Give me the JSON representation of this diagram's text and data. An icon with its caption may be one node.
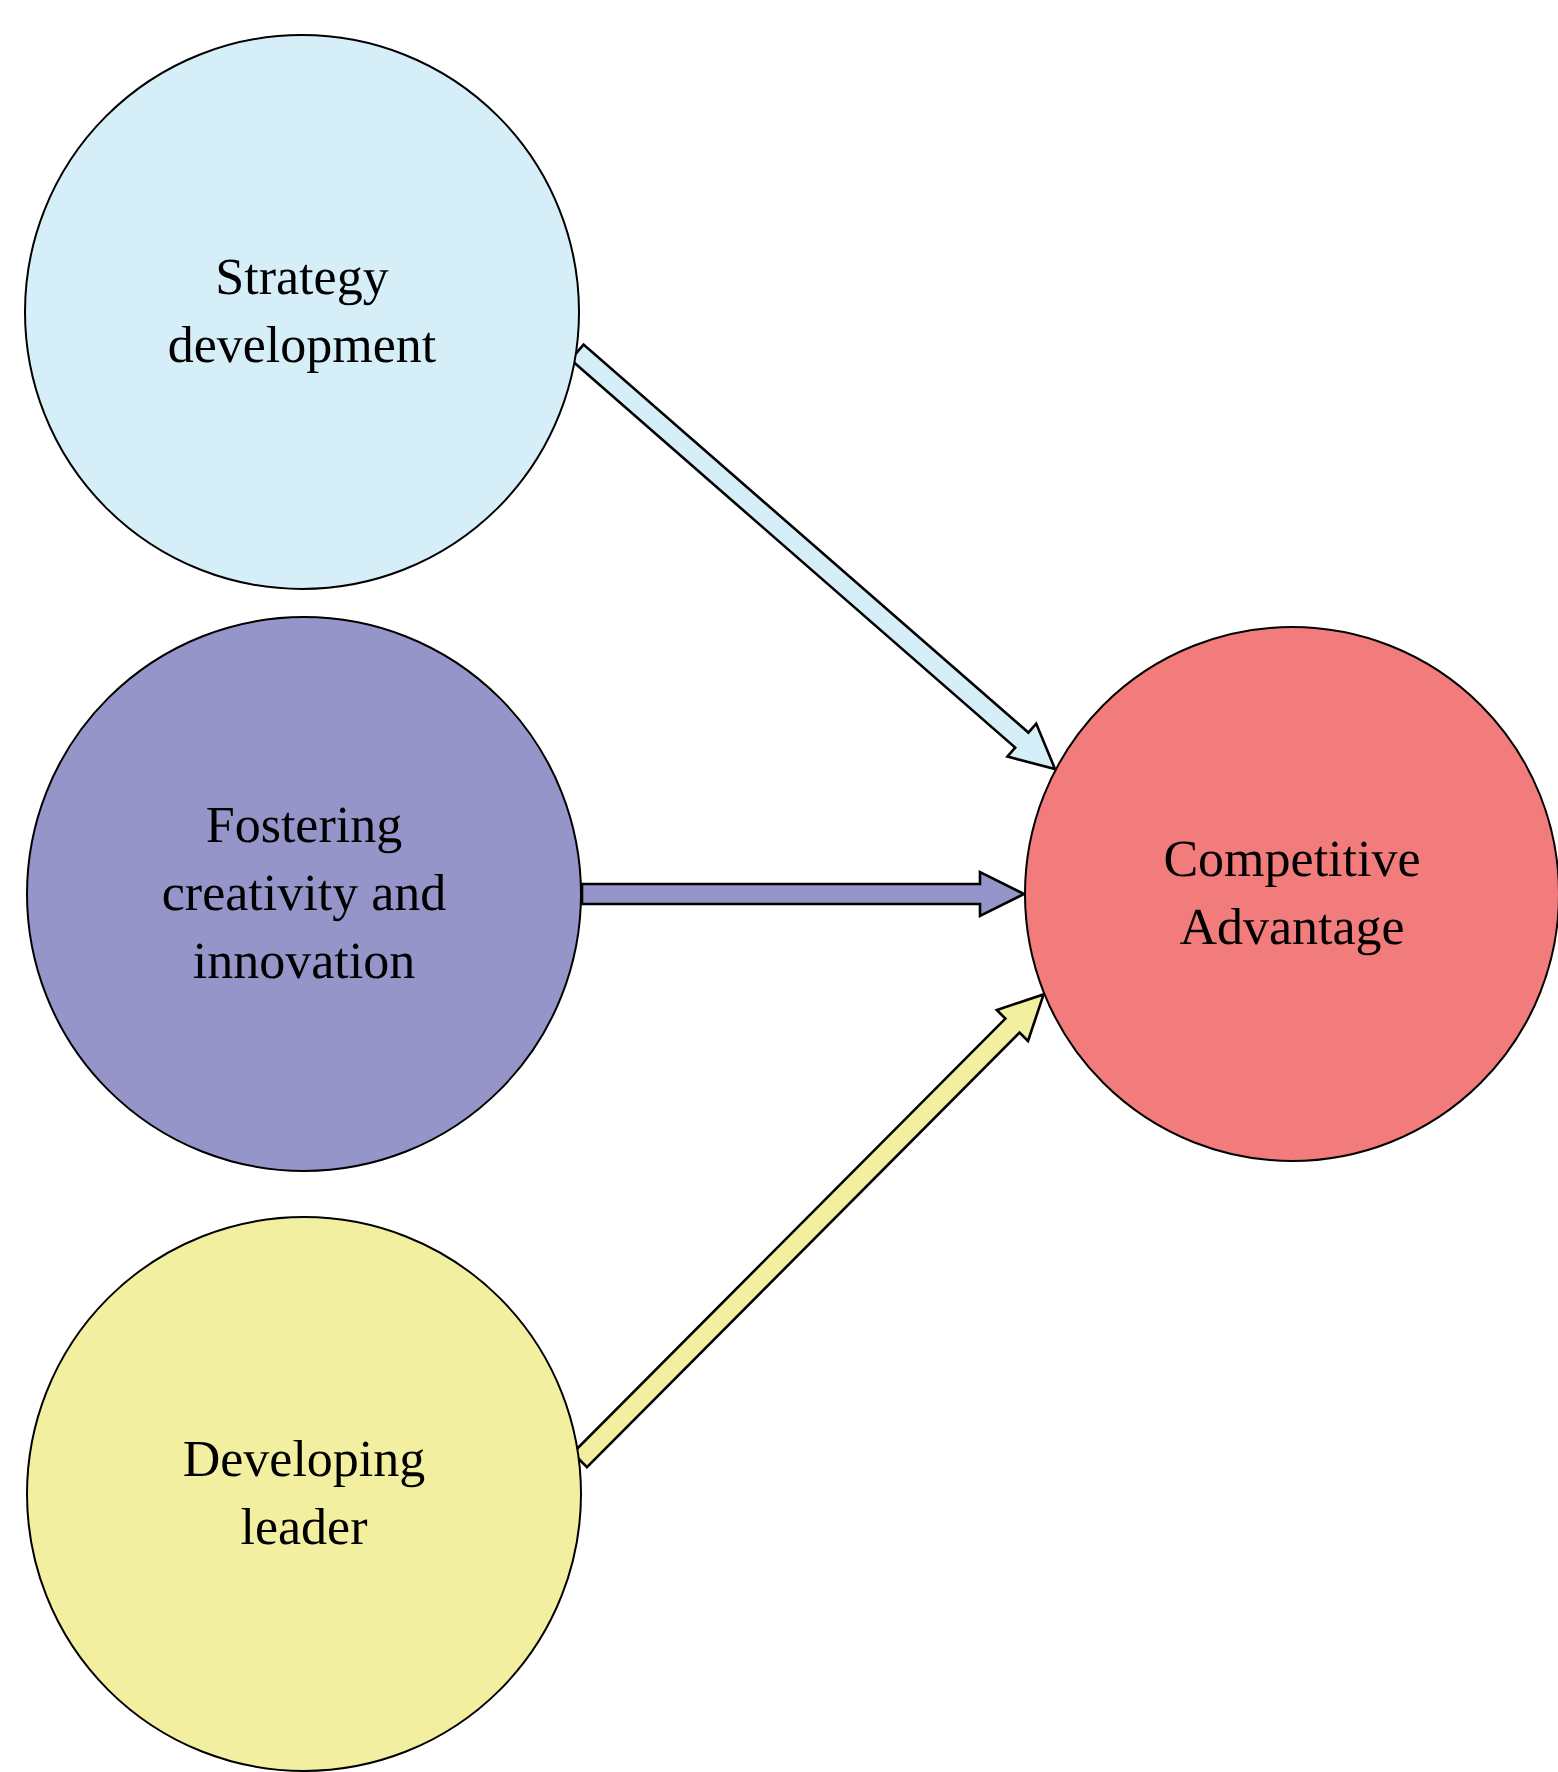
{
  "diagram": {
    "nodes": [
      {
        "text": [
          "Strategy development"
        ]
      },
      {
        "text": [
          "Fostering creativity and innovation"
        ]
      },
      {
        "text": [
          "Developing leader"
        ]
      },
      {
        "text": [
          "Competitive Advantage"
        ]
      }
    ],
    "edges": [
      {
        "from": 0,
        "to": 3,
        "arrow": "to",
        "style": "thick",
        "color": "#d6eef8"
      },
      {
        "from": 1,
        "to": 3,
        "arrow": "to",
        "style": "thick",
        "color": "#9595c9"
      },
      {
        "from": 2,
        "to": 3,
        "arrow": "to",
        "style": "thick",
        "color": "#f2f0a0"
      }
    ]
  }
}
